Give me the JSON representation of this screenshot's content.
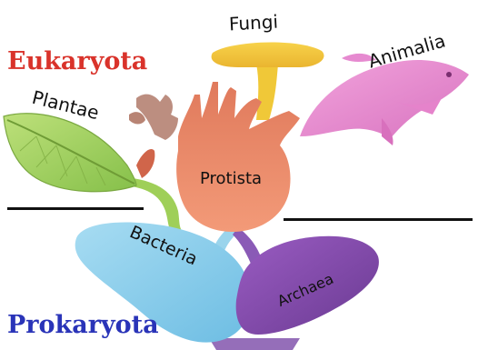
{
  "domains": {
    "eukaryota": {
      "label": "Eukaryota",
      "color": "#d9332b"
    },
    "prokaryota": {
      "label": "Prokaryota",
      "color": "#2a34b8"
    }
  },
  "groups": {
    "fungi": {
      "label": "Fungi",
      "color": "#f2c43a"
    },
    "animalia": {
      "label": "Animalia",
      "color": "#e88ad0"
    },
    "plantae": {
      "label": "Plantae",
      "color": "#9fd05a"
    },
    "protista": {
      "label": "Protista",
      "color": "#ef7a55"
    },
    "bacteria": {
      "label": "Bacteria",
      "color": "#8fd0ec"
    },
    "archaea": {
      "label": "Archaea",
      "color": "#8a4bb0"
    }
  }
}
